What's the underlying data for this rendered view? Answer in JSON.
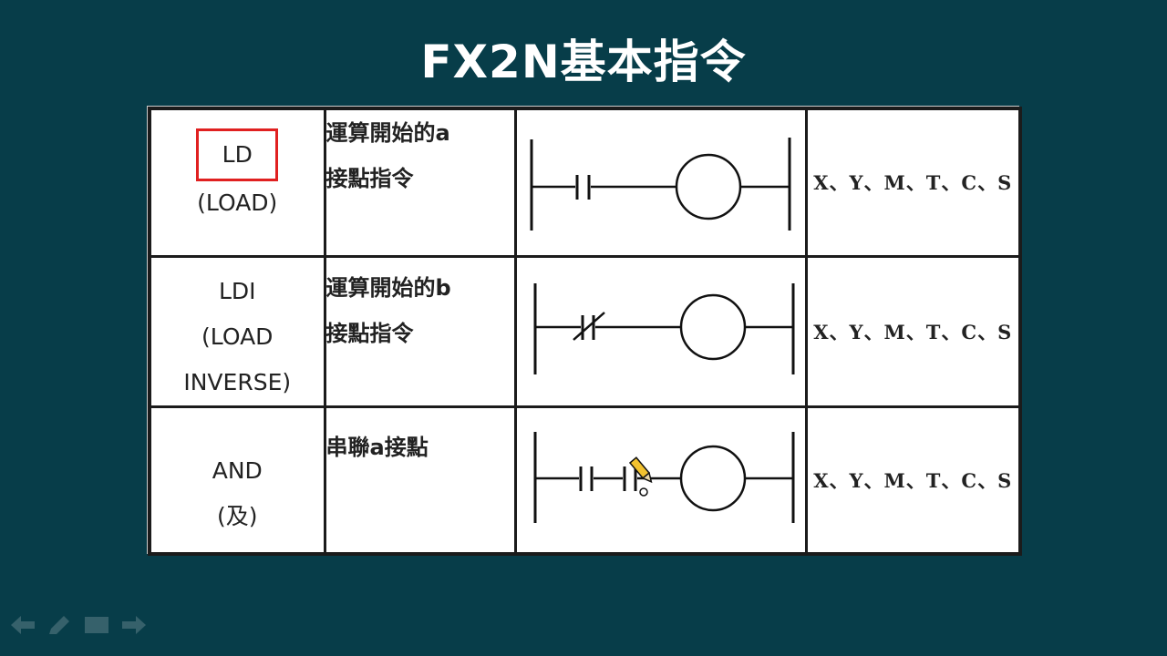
{
  "slide": {
    "title": "FX2N基本指令"
  },
  "rows": [
    {
      "instruction_line1": "LD",
      "instruction_line2": "(LOAD)",
      "instruction_line3": "",
      "highlighted": true,
      "description_line1": "運算開始的a",
      "description_line2": "接點指令",
      "contact": "normally-open",
      "operands": "X、Y、M、T、C、S"
    },
    {
      "instruction_line1": "LDI",
      "instruction_line2": "(LOAD",
      "instruction_line3": "INVERSE)",
      "highlighted": false,
      "description_line1": "運算開始的b",
      "description_line2": "接點指令",
      "contact": "normally-closed",
      "operands": "X、Y、M、T、C、S"
    },
    {
      "instruction_line1": "AND",
      "instruction_line2": "(及)",
      "instruction_line3": "",
      "highlighted": false,
      "description_line1": "串聯a接點",
      "description_line2": "",
      "contact": "series-normally-open",
      "operands": "X、Y、M、T、C、S"
    }
  ],
  "nav": {
    "icons": [
      "back-arrow-icon",
      "pen-icon",
      "menu-icon",
      "forward-arrow-icon"
    ]
  }
}
